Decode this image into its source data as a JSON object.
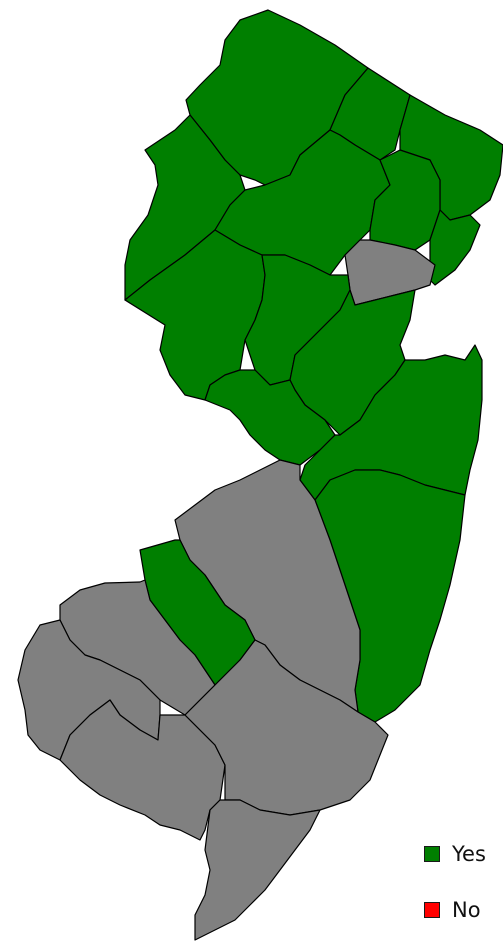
{
  "colors": {
    "yes": "#007f00",
    "none": "#808080",
    "no": "#ff0000",
    "border": "#000000"
  },
  "legend": {
    "yes_label": "Yes",
    "no_label": "No"
  },
  "regions": [
    {
      "id": "sussex",
      "status": "yes"
    },
    {
      "id": "passaic",
      "status": "yes"
    },
    {
      "id": "bergen",
      "status": "yes"
    },
    {
      "id": "warren",
      "status": "yes"
    },
    {
      "id": "morris",
      "status": "yes"
    },
    {
      "id": "essex",
      "status": "yes"
    },
    {
      "id": "hudson",
      "status": "yes"
    },
    {
      "id": "union",
      "status": "none"
    },
    {
      "id": "hunterdon",
      "status": "yes"
    },
    {
      "id": "somerset",
      "status": "yes"
    },
    {
      "id": "middlesex",
      "status": "yes"
    },
    {
      "id": "mercer",
      "status": "yes"
    },
    {
      "id": "monmouth",
      "status": "yes"
    },
    {
      "id": "ocean",
      "status": "yes"
    },
    {
      "id": "burlington",
      "status": "none"
    },
    {
      "id": "camden",
      "status": "yes"
    },
    {
      "id": "gloucester",
      "status": "none"
    },
    {
      "id": "salem",
      "status": "none"
    },
    {
      "id": "cumberland",
      "status": "none"
    },
    {
      "id": "atlantic",
      "status": "none"
    },
    {
      "id": "cape_may",
      "status": "none"
    }
  ]
}
